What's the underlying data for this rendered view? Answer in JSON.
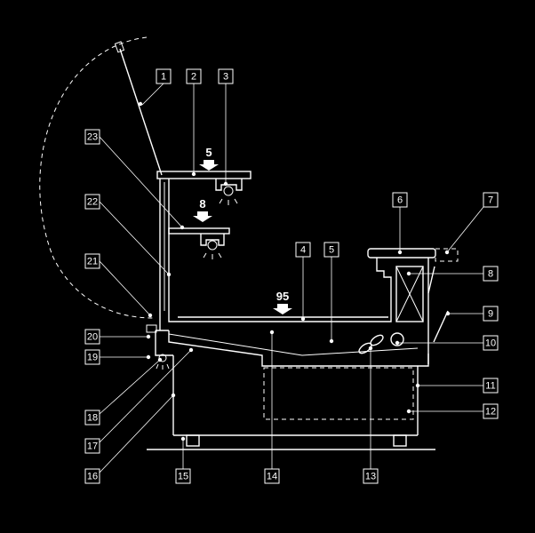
{
  "colors": {
    "background": "#000000",
    "stroke": "#ffffff"
  },
  "illumination_values": [
    "5",
    "8",
    "95"
  ],
  "callouts": [
    "1",
    "2",
    "3",
    "4",
    "5",
    "6",
    "7",
    "8",
    "9",
    "10",
    "11",
    "12",
    "13",
    "14",
    "15",
    "16",
    "17",
    "18",
    "19",
    "20",
    "21",
    "22",
    "23"
  ]
}
